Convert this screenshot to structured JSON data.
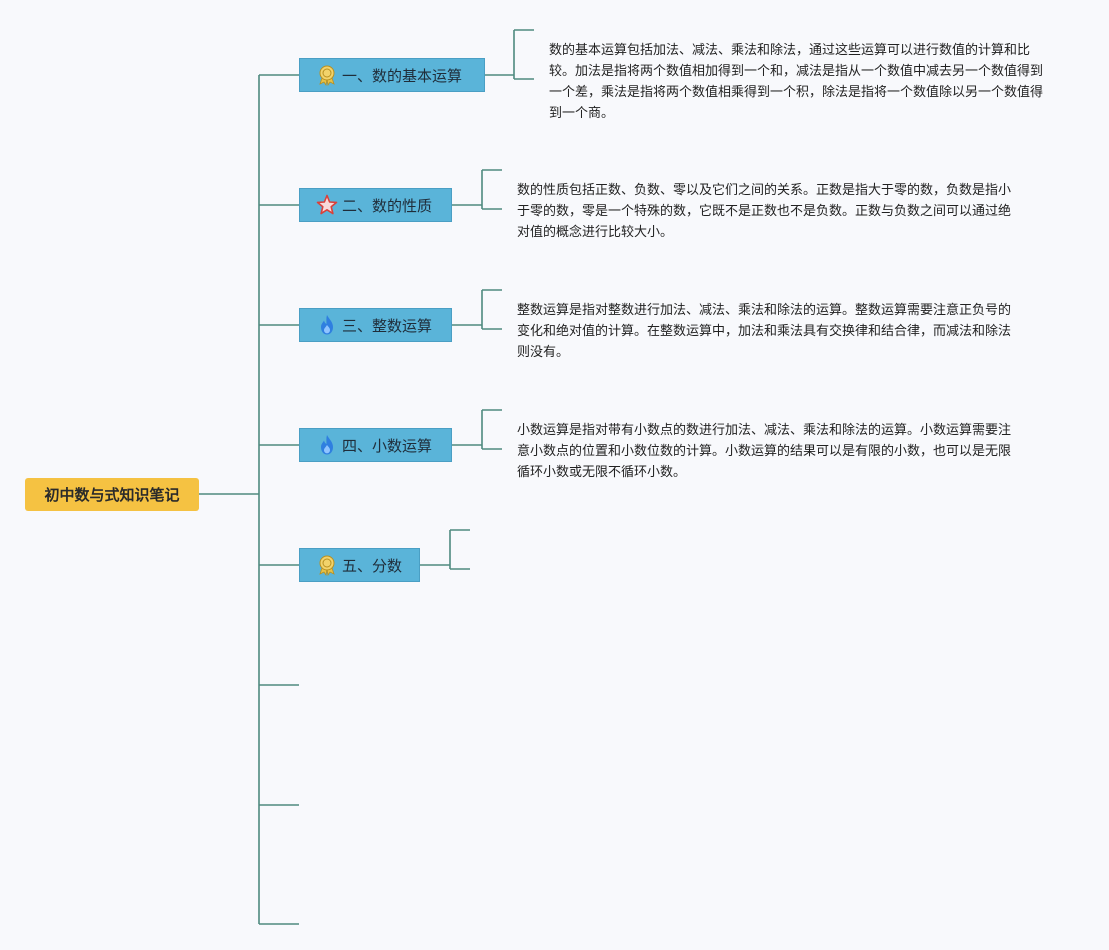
{
  "colors": {
    "root_fill": "#f5c242",
    "topic_fill": "#5ab4d9",
    "connector": "#4f8a7f",
    "background": "#f8f9fc"
  },
  "root": {
    "label": "初中数与式知识笔记"
  },
  "topics": [
    {
      "icon": "ribbon-medal-icon",
      "label": "一、数的基本运算",
      "description": "数的基本运算包括加法、减法、乘法和除法，通过这些运算可以进行数值的计算和比较。加法是指将两个数值相加得到一个和，减法是指从一个数值中减去另一个数值得到一个差，乘法是指将两个数值相乘得到一个积，除法是指将一个数值除以另一个数值得到一个商。"
    },
    {
      "icon": "star-outline-icon",
      "label": "二、数的性质",
      "description": "数的性质包括正数、负数、零以及它们之间的关系。正数是指大于零的数，负数是指小于零的数，零是一个特殊的数，它既不是正数也不是负数。正数与负数之间可以通过绝对值的概念进行比较大小。"
    },
    {
      "icon": "flame-icon",
      "label": "三、整数运算",
      "description": "整数运算是指对整数进行加法、减法、乘法和除法的运算。整数运算需要注意正负号的变化和绝对值的计算。在整数运算中，加法和乘法具有交换律和结合律，而减法和除法则没有。"
    },
    {
      "icon": "flame-icon",
      "label": "四、小数运算",
      "description": "小数运算是指对带有小数点的数进行加法、减法、乘法和除法的运算。小数运算需要注意小数点的位置和小数位数的计算。小数运算的结果可以是有限的小数，也可以是无限循环小数或无限不循环小数。"
    },
    {
      "icon": "ribbon-medal-icon",
      "label": "五、分数",
      "description": ""
    }
  ]
}
